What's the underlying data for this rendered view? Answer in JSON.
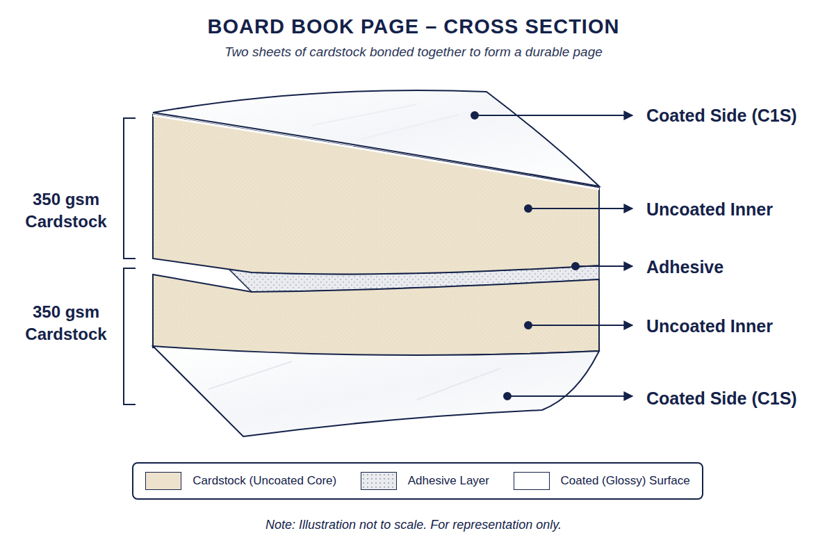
{
  "diagram": {
    "title": "BOARD BOOK PAGE – CROSS SECTION",
    "caption": "Note: Illustration not to scale. For representation only.",
    "labels": [
      "Two sheets of cardstock bonded together to form a durable page",
      "350 gsm Cardstock",
      "350 gsm Cardstock",
      "Coated Side (C1S)",
      "Uncoated Inner",
      "Adhesive",
      "Uncoated Inner",
      "Coated Side (C1S)"
    ],
    "legend": [
      {
        "text": "Cardstock (Uncoated Core)",
        "color": "#ede3cc"
      },
      {
        "text": "Adhesive Layer",
        "color": "#e9ebef"
      },
      {
        "text": "Coated (Glossy) Surface",
        "color": "#ffffff"
      }
    ]
  }
}
